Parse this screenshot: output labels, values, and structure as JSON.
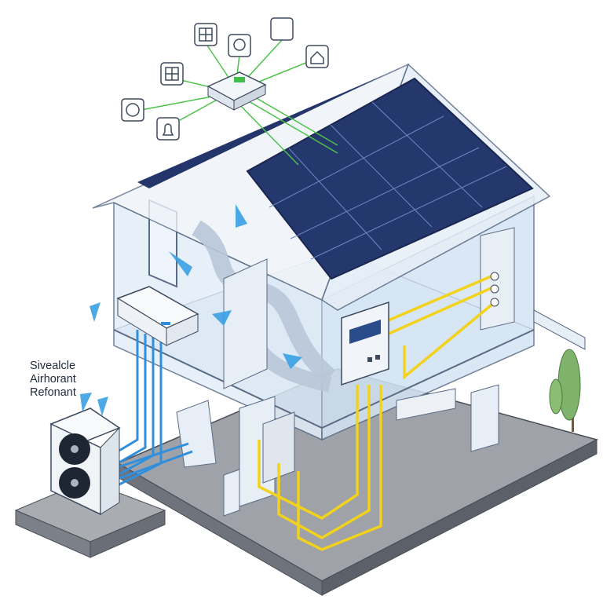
{
  "diagram": {
    "label_lines": [
      "Sivealcle",
      "Airhorant",
      "Refonant"
    ],
    "colors": {
      "wall": "#dce9f6",
      "outline": "#5a6b85",
      "solar": "#24386e",
      "refrigerant_pipe": "#2f8fdc",
      "power_cable": "#f2d21b",
      "data_line": "#4cc24a",
      "ground": "#9a9da3",
      "tree": "#7fb26a"
    },
    "smart_icons": [
      "window-icon",
      "lamp-icon",
      "thermostat-icon",
      "home-icon",
      "window-icon",
      "fan-icon",
      "bell-icon"
    ]
  }
}
